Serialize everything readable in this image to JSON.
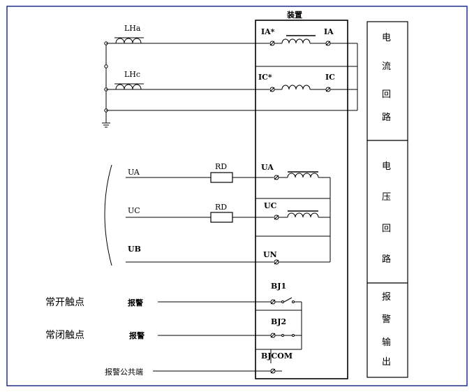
{
  "device": {
    "title": "装置",
    "terminals": {
      "ia_star": "IA*",
      "ia": "IA",
      "ic_star": "IC*",
      "ic": "IC",
      "ua": "UA",
      "uc": "UC",
      "un": "UN",
      "bj1": "BJ1",
      "bj2": "BJ2",
      "bjcom": "BJCOM"
    }
  },
  "ct_labels": {
    "lha": "LHa",
    "lhc": "LHc"
  },
  "voltage_inputs": {
    "ua": "UA",
    "uc": "UC",
    "ub": "UB",
    "rd1": "RD",
    "rd2": "RD"
  },
  "alarm": {
    "no_contact": "常开触点",
    "nc_contact": "常闭触点",
    "alarm1": "报警",
    "alarm2": "报警",
    "common": "报警公共端"
  },
  "side_panels": {
    "current_loop": [
      "电",
      "流",
      "回",
      "路"
    ],
    "voltage_loop": [
      "电",
      "压",
      "回",
      "路"
    ],
    "alarm_output": [
      "报",
      "警",
      "输",
      "出"
    ]
  },
  "colors": {
    "frame": "#1f2f8f",
    "line": "#000000"
  }
}
